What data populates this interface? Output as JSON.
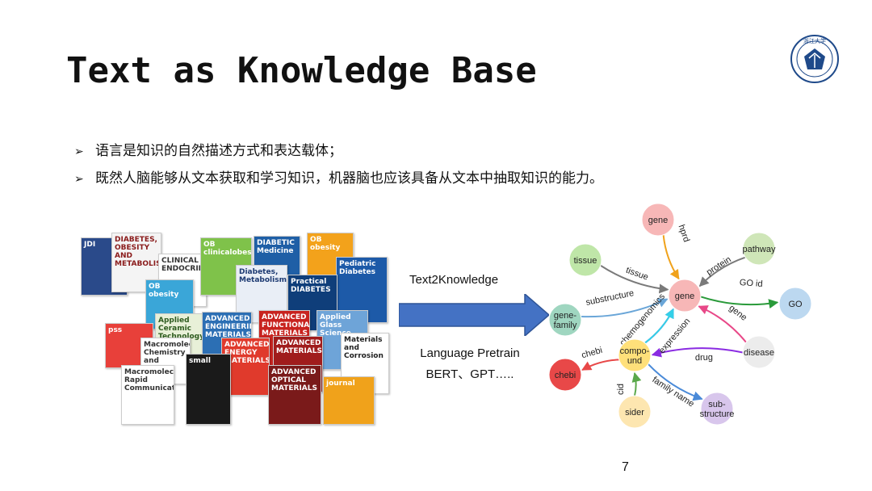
{
  "title": "Text as Knowledge Base",
  "logo": {
    "text": "ZHEJIANG UNIVERSITY"
  },
  "bullets": [
    "语言是知识的自然描述方式和表达载体；",
    "既然人脑能够从文本获取和学习知识，机器脑也应该具备从文本中抽取知识的能力。"
  ],
  "bullet_marker": "➢",
  "arrow": {
    "top_label": "Text2Knowledge",
    "bottom_label_1": "Language  Pretrain",
    "bottom_label_2": "BERT、GPT….."
  },
  "covers": [
    {
      "text": "JDI",
      "bg": "#2a4a8a",
      "fg": "#ffffff"
    },
    {
      "text": "DIABETES, OBESITY AND METABOLISM",
      "bg": "#f4f4f4",
      "fg": "#8a1b1b"
    },
    {
      "text": "CLINICAL ENDOCRINOLOGY",
      "bg": "#ffffff",
      "fg": "#333333"
    },
    {
      "text": "OB clinicalobesity",
      "bg": "#7fc24a",
      "fg": "#ffffff"
    },
    {
      "text": "DIABETIC Medicine",
      "bg": "#1f5fa6",
      "fg": "#ffffff"
    },
    {
      "text": "OB obesity",
      "bg": "#f3a21b",
      "fg": "#ffffff"
    },
    {
      "text": "Pediatric Diabetes",
      "bg": "#1d5aa8",
      "fg": "#ffffff"
    },
    {
      "text": "Diabetes, Metabolism",
      "bg": "#e9eef6",
      "fg": "#1d3a72"
    },
    {
      "text": "Practical DIABETES",
      "bg": "#0f3e7a",
      "fg": "#ffffff"
    },
    {
      "text": "OB obesity",
      "bg": "#3aa6d8",
      "fg": "#ffffff"
    },
    {
      "text": "Applied Ceramic Technology",
      "bg": "#e8f0d8",
      "fg": "#2d5b1f"
    },
    {
      "text": "ADVANCED ENGINEERING MATERIALS",
      "bg": "#2c6fb4",
      "fg": "#ffffff"
    },
    {
      "text": "ADVANCED FUNCTIONAL MATERIALS",
      "bg": "#c8231f",
      "fg": "#ffffff"
    },
    {
      "text": "Applied Glass Science",
      "bg": "#6ea4d8",
      "fg": "#ffffff"
    },
    {
      "text": "pss",
      "bg": "#e8403a",
      "fg": "#ffffff"
    },
    {
      "text": "Macromolecular Chemistry and Physics",
      "bg": "#ffffff",
      "fg": "#333333"
    },
    {
      "text": "ADVANCED ENERGY MATERIALS",
      "bg": "#e03a2c",
      "fg": "#ffffff"
    },
    {
      "text": "ADVANCED MATERIALS",
      "bg": "#a01c1c",
      "fg": "#ffffff"
    },
    {
      "text": "Materials and Corrosion",
      "bg": "#ffffff",
      "fg": "#222222"
    },
    {
      "text": "Macromolecular Rapid Communications",
      "bg": "#ffffff",
      "fg": "#333333"
    },
    {
      "text": "small",
      "bg": "#1a1a1a",
      "fg": "#ffffff"
    },
    {
      "text": "ADVANCED OPTICAL MATERIALS",
      "bg": "#7a1a1a",
      "fg": "#ffffff"
    },
    {
      "text": "journal",
      "bg": "#f0a21b",
      "fg": "#ffffff"
    }
  ],
  "graph": {
    "nodes": [
      {
        "id": "gene_top",
        "label": "gene",
        "color": "#f7b7b7"
      },
      {
        "id": "pathway",
        "label": "pathway",
        "color": "#cfe6b8"
      },
      {
        "id": "tissue",
        "label": "tissue",
        "color": "#bfe6a8"
      },
      {
        "id": "gene",
        "label": "gene",
        "color": "#f7b7b7"
      },
      {
        "id": "GO",
        "label": "GO",
        "color": "#bcd8f0"
      },
      {
        "id": "gene_family",
        "label": "gene-\nfamily",
        "color": "#9fd6c0"
      },
      {
        "id": "compound",
        "label": "compo-\nund",
        "color": "#ffe07a"
      },
      {
        "id": "disease",
        "label": "disease",
        "color": "#ececec"
      },
      {
        "id": "chebi",
        "label": "chebi",
        "color": "#e84848"
      },
      {
        "id": "sider",
        "label": "sider",
        "color": "#fde6b0"
      },
      {
        "id": "substructure",
        "label": "sub-\nstructure",
        "color": "#d8c6ec"
      }
    ],
    "edges": [
      {
        "label": "hprd",
        "color": "#f0a21b"
      },
      {
        "label": "protein",
        "color": "#7a7a7a"
      },
      {
        "label": "tissue",
        "color": "#7a7a7a"
      },
      {
        "label": "GO id",
        "color": "#2a9a3a"
      },
      {
        "label": "substructure",
        "color": "#6aa6d8"
      },
      {
        "label": "chemogenomics",
        "color": "#6a3fb8"
      },
      {
        "label": "expression",
        "color": "#33d0e8"
      },
      {
        "label": "gene",
        "color": "#e84888"
      },
      {
        "label": "drug",
        "color": "#8a2be2"
      },
      {
        "label": "chebi",
        "color": "#e84848"
      },
      {
        "label": "cid",
        "color": "#5aa84a"
      },
      {
        "label": "family name",
        "color": "#4a8ad8"
      }
    ]
  },
  "page_number": "7"
}
